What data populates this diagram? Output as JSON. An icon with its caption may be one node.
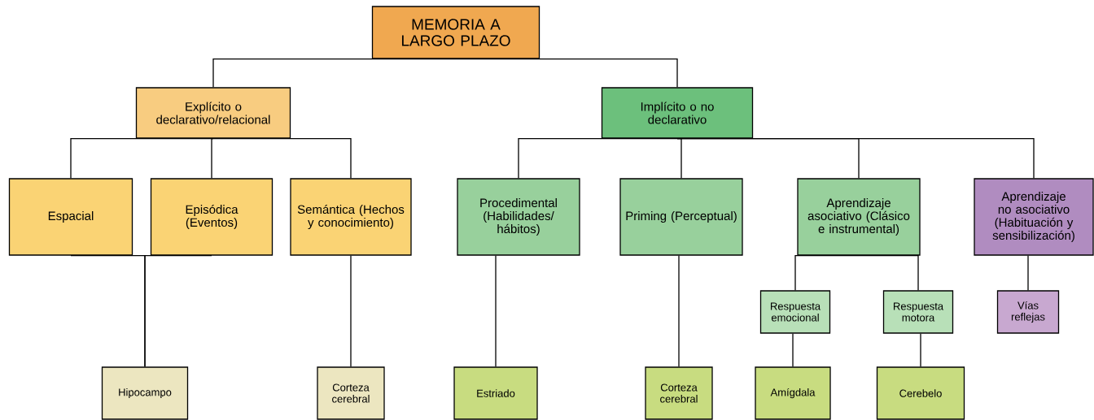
{
  "diagram": {
    "nodes": [
      {
        "text": [
          "MEMORIA A LARGO PLAZO"
        ]
      },
      {
        "text": [
          "Explícito o declarativo/relacional"
        ]
      },
      {
        "text": [
          "Implícito o no declarativo"
        ]
      },
      {
        "text": [
          "Espacial"
        ]
      },
      {
        "text": [
          "Episódica (Eventos)"
        ]
      },
      {
        "text": [
          "Semántica (Hechos y conocimiento)"
        ]
      },
      {
        "text": [
          "Procedimental (Habilidades/ hábitos)"
        ]
      },
      {
        "text": [
          "Priming (Perceptual)"
        ]
      },
      {
        "text": [
          "Aprendizaje asociativo (Clásico e instrumental)"
        ]
      },
      {
        "text": [
          "Aprendizaje no asociativo (Habituación y sensibilización)"
        ]
      },
      {
        "text": [
          "Respuesta emocional"
        ]
      },
      {
        "text": [
          "Respuesta motora"
        ]
      },
      {
        "text": [
          "Vías reflejas"
        ]
      },
      {
        "text": [
          "Hipocampo"
        ]
      },
      {
        "text": [
          "Corteza cerebral"
        ]
      },
      {
        "text": [
          "Estriado"
        ]
      },
      {
        "text": [
          "Corteza cerebral"
        ]
      },
      {
        "text": [
          "Amígdala"
        ]
      },
      {
        "text": [
          "Cerebelo"
        ]
      }
    ],
    "edges": [
      {
        "from": 0,
        "to": 1,
        "arrow": "none"
      },
      {
        "from": 0,
        "to": 2,
        "arrow": "none"
      },
      {
        "from": 1,
        "to": 3,
        "arrow": "none"
      },
      {
        "from": 1,
        "to": 4,
        "arrow": "none"
      },
      {
        "from": 1,
        "to": 5,
        "arrow": "none"
      },
      {
        "from": 2,
        "to": 6,
        "arrow": "none"
      },
      {
        "from": 2,
        "to": 7,
        "arrow": "none"
      },
      {
        "from": 2,
        "to": 8,
        "arrow": "none"
      },
      {
        "from": 2,
        "to": 9,
        "arrow": "none"
      },
      {
        "from": 3,
        "to": 13,
        "arrow": "none"
      },
      {
        "from": 4,
        "to": 13,
        "arrow": "none"
      },
      {
        "from": 5,
        "to": 14,
        "arrow": "none"
      },
      {
        "from": 6,
        "to": 15,
        "arrow": "none"
      },
      {
        "from": 7,
        "to": 16,
        "arrow": "none"
      },
      {
        "from": 8,
        "to": 10,
        "arrow": "none"
      },
      {
        "from": 8,
        "to": 11,
        "arrow": "none"
      },
      {
        "from": 9,
        "to": 12,
        "arrow": "none"
      },
      {
        "from": 10,
        "to": 17,
        "arrow": "none"
      },
      {
        "from": 11,
        "to": 18,
        "arrow": "none"
      }
    ]
  }
}
